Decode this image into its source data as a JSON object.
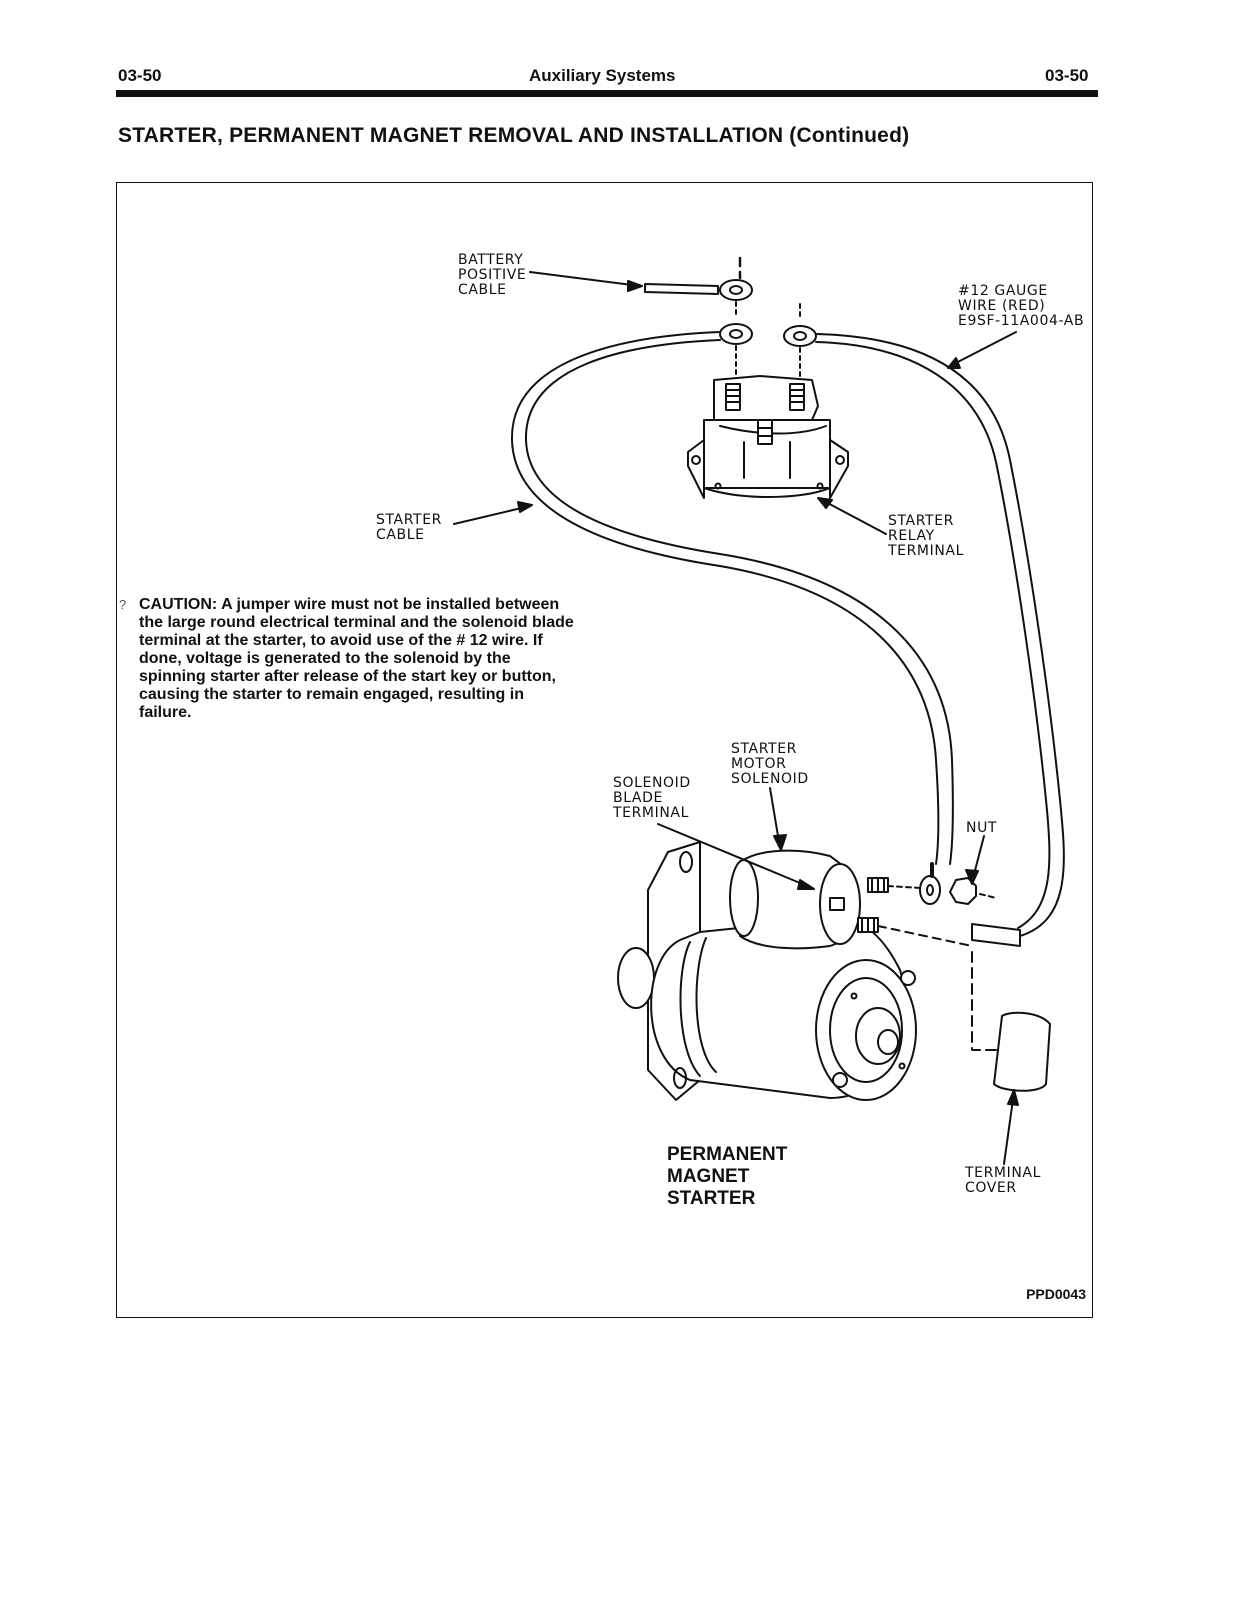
{
  "header": {
    "page_left": "03-50",
    "section": "Auxiliary Systems",
    "page_right": "03-50"
  },
  "title": "STARTER, PERMANENT MAGNET REMOVAL AND INSTALLATION (Continued)",
  "figure": {
    "labels": {
      "battery_positive_cable": "BATTERY\nPOSITIVE\nCABLE",
      "gauge_wire": "#12 GAUGE\nWIRE (RED)\nE9SF-11A004-AB",
      "starter_cable": "STARTER\nCABLE",
      "starter_relay_terminal": "STARTER\nRELAY\nTERMINAL",
      "starter_motor_solenoid": "STARTER\nMOTOR\nSOLENOID",
      "solenoid_blade_terminal": "SOLENOID\nBLADE\nTERMINAL",
      "nut": "NUT",
      "terminal_cover": "TERMINAL\nCOVER",
      "caption": "PERMANENT\nMAGNET\nSTARTER"
    },
    "caution": "CAUTION: A jumper wire must not be installed between the large round electrical terminal and the solenoid blade terminal at the starter, to avoid use of the # 12 wire. If done, voltage is generated to the solenoid by the spinning starter after release of the start key or button, causing the starter to remain engaged, resulting in failure.",
    "figure_id": "PPD0043"
  }
}
